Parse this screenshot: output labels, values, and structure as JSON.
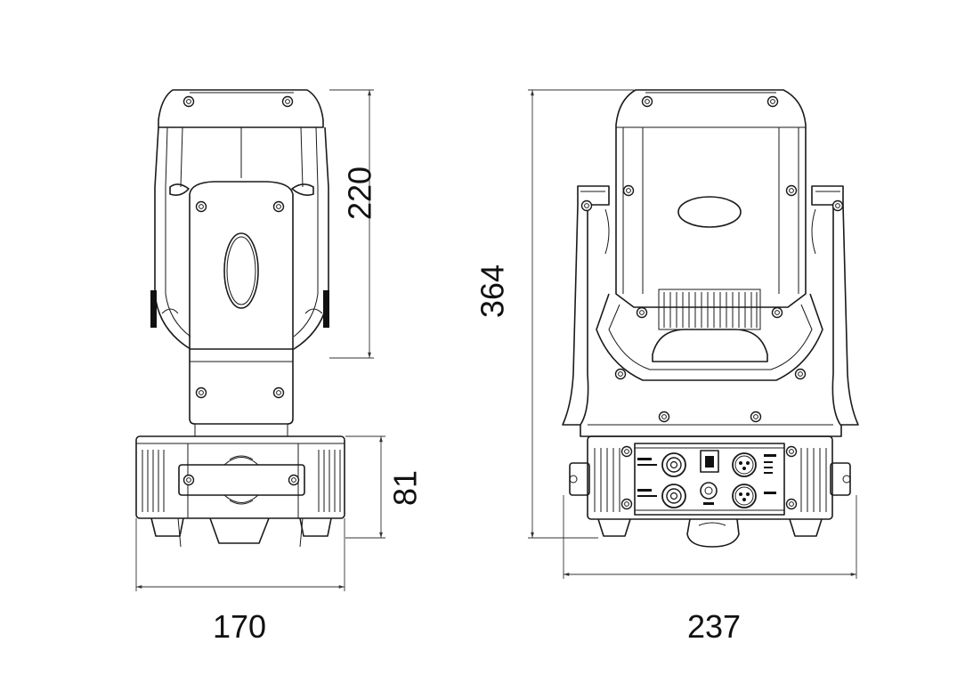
{
  "dimensions": {
    "side_width": "170",
    "side_height": "220",
    "base_height": "81",
    "front_width": "237",
    "front_height": "364"
  },
  "colors": {
    "line": "#1a1a1a",
    "background": "#ffffff"
  }
}
